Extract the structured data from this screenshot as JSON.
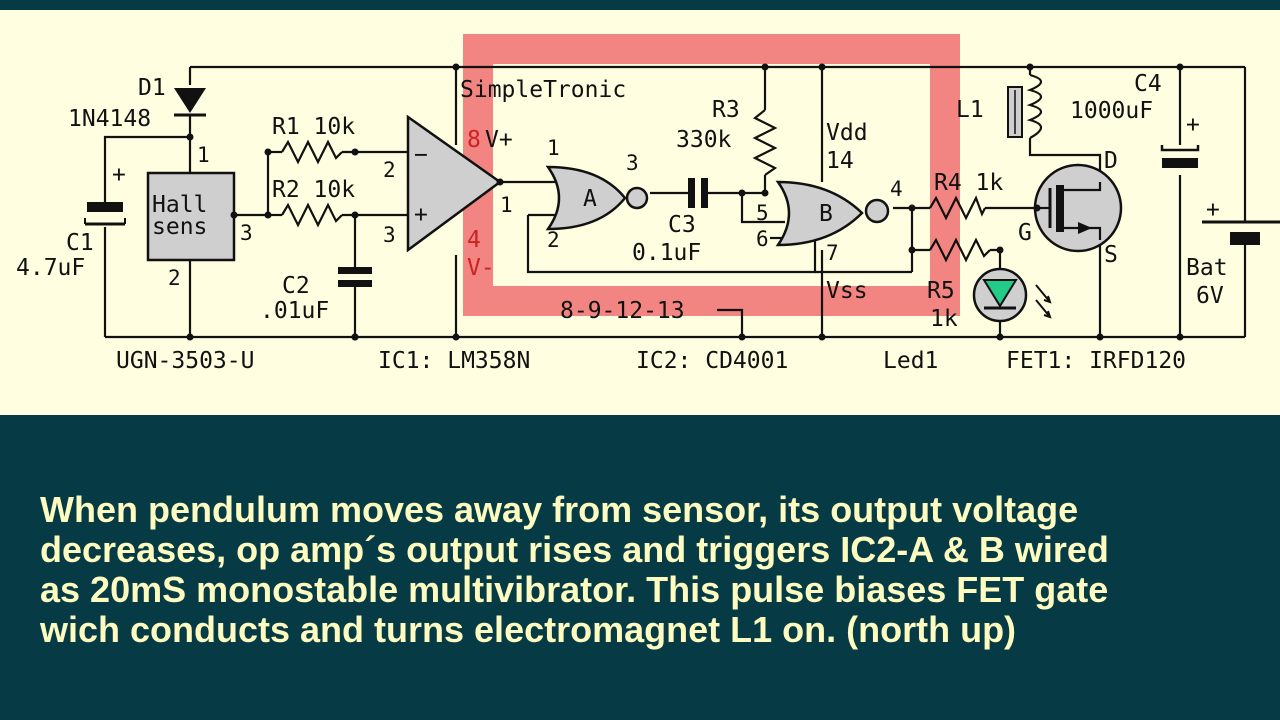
{
  "schematic": {
    "brand": "SimpleTronic",
    "d1_name": "D1",
    "d1_value": "1N4148",
    "c1_name": "C1",
    "c1_value": "4.7uF",
    "hall_line1": "Hall",
    "hall_line2": "sens",
    "hall_pin1": "1",
    "hall_pin2": "2",
    "hall_pin3": "3",
    "hall_part": "UGN-3503-U",
    "r1_label": "R1  10k",
    "r2_label": "R2  10k",
    "c2_name": "C2",
    "c2_value": ".01uF",
    "ic1_pin2": "2",
    "ic1_pin3": "3",
    "ic1_pin1": "1",
    "ic1_pin8": "8",
    "ic1_vplus": "V+",
    "ic1_pin4": "4",
    "ic1_vminus": "V-",
    "minus_sign": "−",
    "plus_sign": "+",
    "ic1_part": "IC1: LM358N",
    "gate_a": "A",
    "gate_a_pin1": "1",
    "gate_a_pin2": "2",
    "gate_a_pin3": "3",
    "c3_name": "C3",
    "c3_value": "0.1uF",
    "r3_name": "R3",
    "r3_value": "330k",
    "vdd": "Vdd",
    "vdd_pin": "14",
    "gate_b": "B",
    "gate_b_pin5": "5",
    "gate_b_pin6": "6",
    "gate_b_pin4": "4",
    "gate_b_pin7": "7",
    "vss": "Vss",
    "unused_pins": "8-9-12-13",
    "ic2_part": "IC2: CD4001",
    "r4_label": "R4 1k",
    "r5_name": "R5",
    "r5_value": "1k",
    "led_part": "Led1",
    "l1_name": "L1",
    "c4_name": "C4",
    "c4_value": "1000uF",
    "fet_d": "D",
    "fet_g": "G",
    "fet_s": "S",
    "fet_part": "FET1: IRFD120",
    "bat_name": "Bat",
    "bat_value": "6V"
  },
  "colors": {
    "background": "#063b45",
    "schematic_bg": "#fffee0",
    "highlight": "#f07070",
    "caption_text": "#fdfbc0",
    "led": "#22cc88"
  },
  "caption": {
    "line1": "When pendulum moves away from sensor, its  output voltage",
    "line2": "decreases, op amp´s output rises and triggers IC2-A & B wired",
    "line3": "as 20mS monostable multivibrator. This pulse biases FET gate",
    "line4": "wich conducts and turns electromagnet L1 on. (north up)"
  }
}
